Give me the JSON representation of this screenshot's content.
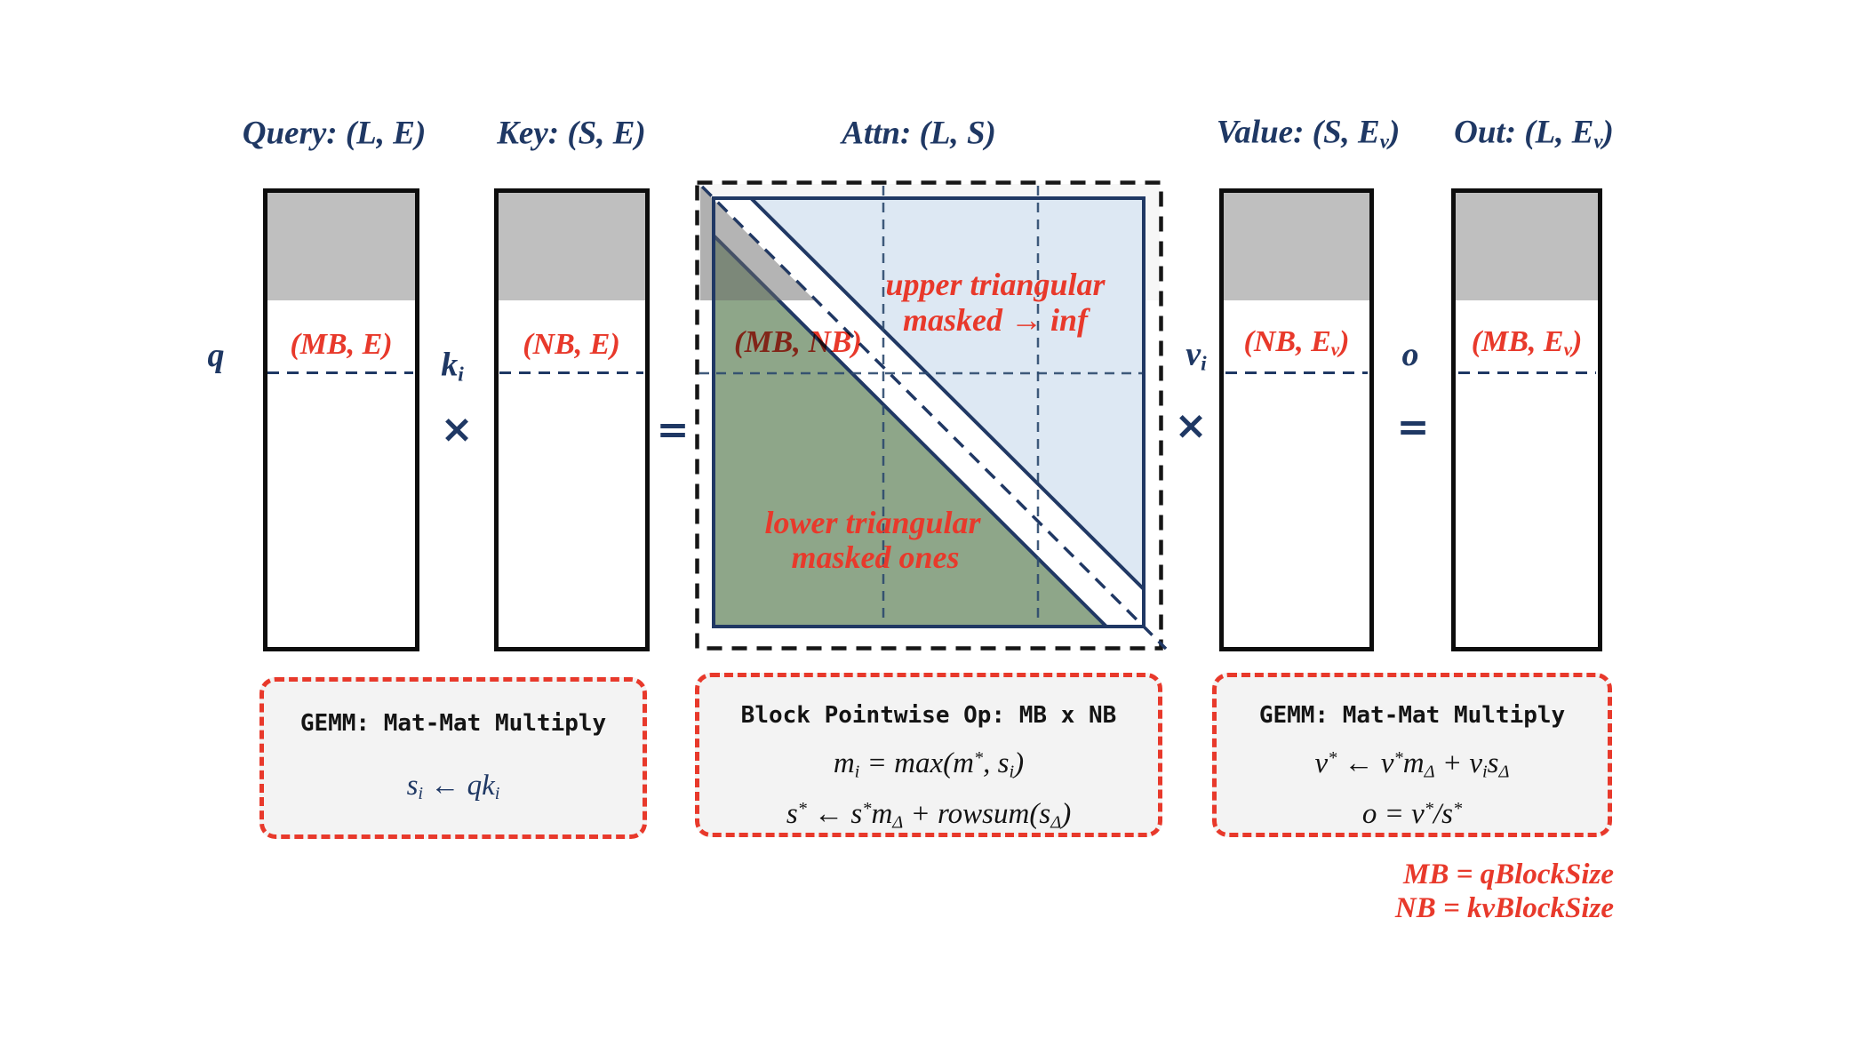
{
  "title_row": {
    "query": "Query: (L, E)",
    "key": "Key: (S, E)",
    "attn": "Attn: (L, S)",
    "value_html": "Value: (S, E<sub>v</sub>)",
    "out_html": "Out: (L, E<sub>v</sub>)"
  },
  "matrix_vars": {
    "q": "q",
    "k_html": "k<sub>i</sub>",
    "v_html": "v<sub>i</sub>",
    "o": "o"
  },
  "block_labels": {
    "query": "(MB, E)",
    "key": "(NB, E)",
    "value_html": "(NB, E<sub>v</sub>)",
    "out_html": "(MB, E<sub>v</sub>)",
    "attn": "(MB, NB)"
  },
  "operators": {
    "multiply": "×",
    "equals": "="
  },
  "attn_annotations": {
    "upper_line1": "upper triangular",
    "upper_line2": "masked → inf",
    "lower_line1": "lower triangular",
    "lower_line2": "masked ones"
  },
  "op_boxes": {
    "qk_gemm": {
      "title": "GEMM: Mat-Mat Multiply",
      "formula_html": "s<sub>i</sub> ← qk<sub>i</sub>"
    },
    "pointwise": {
      "title": "Block Pointwise Op: MB x NB",
      "formula1_html": "m<sub>i</sub> = max(m<sup>*</sup>, s<sub>i</sub>)",
      "formula2_html": "s<sup>*</sup> ← s<sup>*</sup>m<sub>Δ</sub> + rowsum(s<sub>Δ</sub>)"
    },
    "pv_gemm": {
      "title": "GEMM: Mat-Mat Multiply",
      "formula1_html": "v<sup>*</sup> ← v<sup>*</sup>m<sub>Δ</sub> + v<sub>i</sub>s<sub>Δ</sub>",
      "formula2_html": "o = v<sup>*</sup>/s<sup>*</sup>"
    }
  },
  "legend": {
    "line1": "MB = qBlockSize",
    "line2": "NB = kvBlockSize"
  },
  "colors": {
    "navy": "#1f3864",
    "red": "#e8392b",
    "green": "#8ea689",
    "light_blue": "#dde8f3",
    "matrix_gray": "#bfbfbf",
    "box_fill": "#f3f3f3",
    "border_black": "#0d0d0d"
  }
}
